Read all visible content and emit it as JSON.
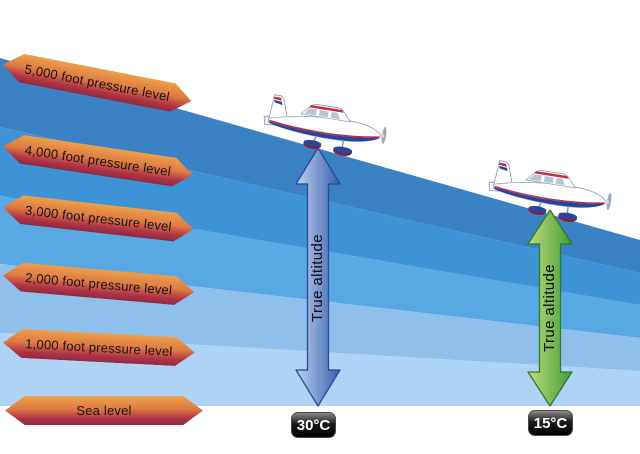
{
  "diagram": {
    "name": "effect-of-temperature-on-true-altitude",
    "pressure_levels": [
      {
        "label": "5,000 foot pressure level"
      },
      {
        "label": "4,000 foot pressure level"
      },
      {
        "label": "3,000 foot pressure level"
      },
      {
        "label": "2,000 foot pressure level"
      },
      {
        "label": "1,000 foot pressure level"
      },
      {
        "label": "Sea level"
      }
    ],
    "band_colors": [
      "#3b82c4",
      "#3e92d6",
      "#58a8e4",
      "#8fc0ec",
      "#aed3f4"
    ],
    "banner_colors": {
      "top": "#eda04c",
      "bottom": "#8f2a42"
    },
    "measurements": [
      {
        "name": "warm-air-column",
        "arrow_label": "True altitude",
        "temperature": "30°C",
        "arrow_color_light": "#bed1ef",
        "arrow_color_dark": "#3a5fae",
        "arrow_outline": "#2a4a9a"
      },
      {
        "name": "cool-air-column",
        "arrow_label": "True altitude",
        "temperature": "15°C",
        "arrow_color_light": "#c3da7a",
        "arrow_color_dark": "#3f9e38",
        "arrow_outline": "#2f7a2b"
      }
    ]
  }
}
